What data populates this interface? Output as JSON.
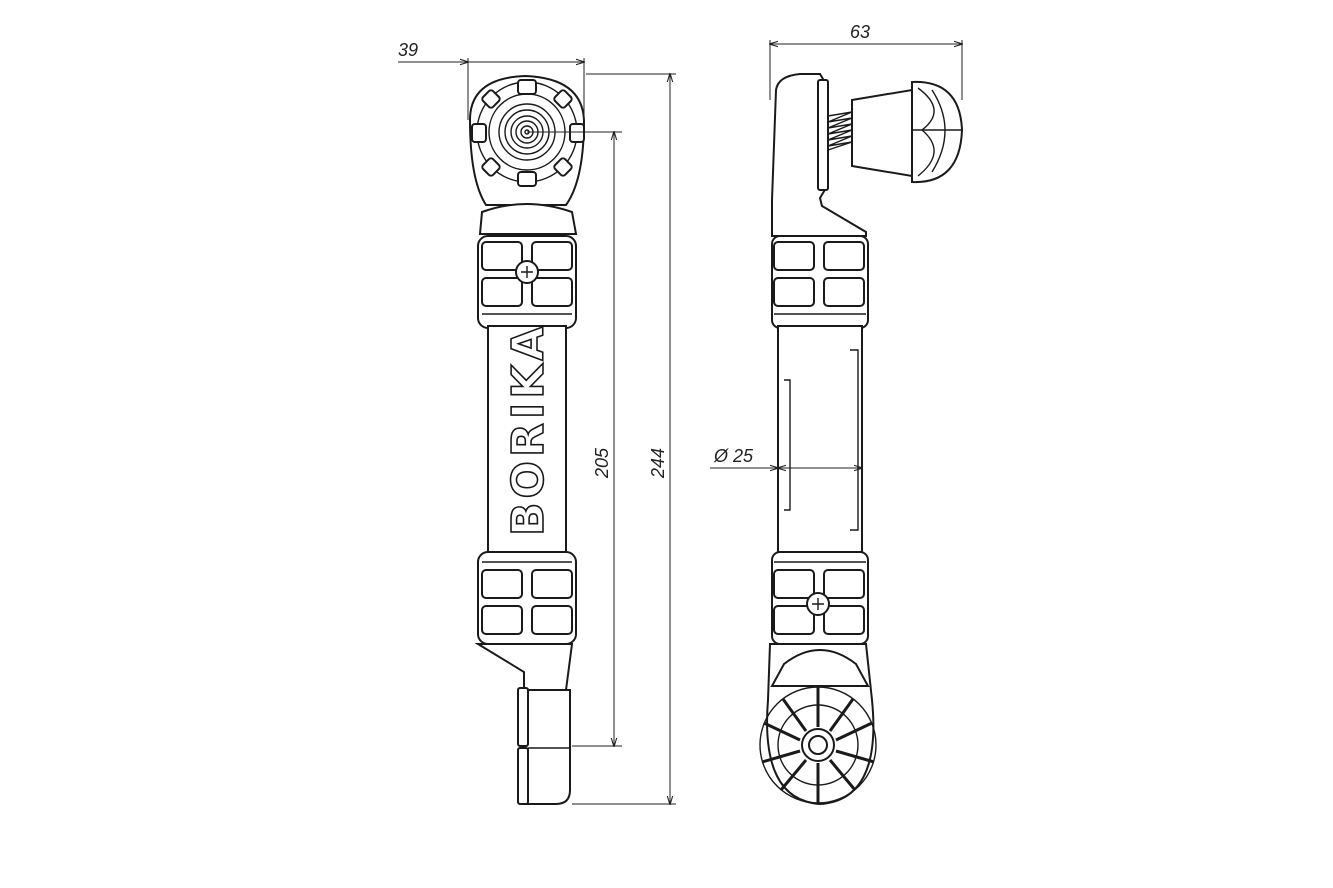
{
  "dimensions": {
    "front_width": "39",
    "side_width": "63",
    "arm_length": "205",
    "total_length": "244",
    "tube_diameter": "Ø 25"
  },
  "brand": {
    "logo_text": "BORIKA"
  }
}
